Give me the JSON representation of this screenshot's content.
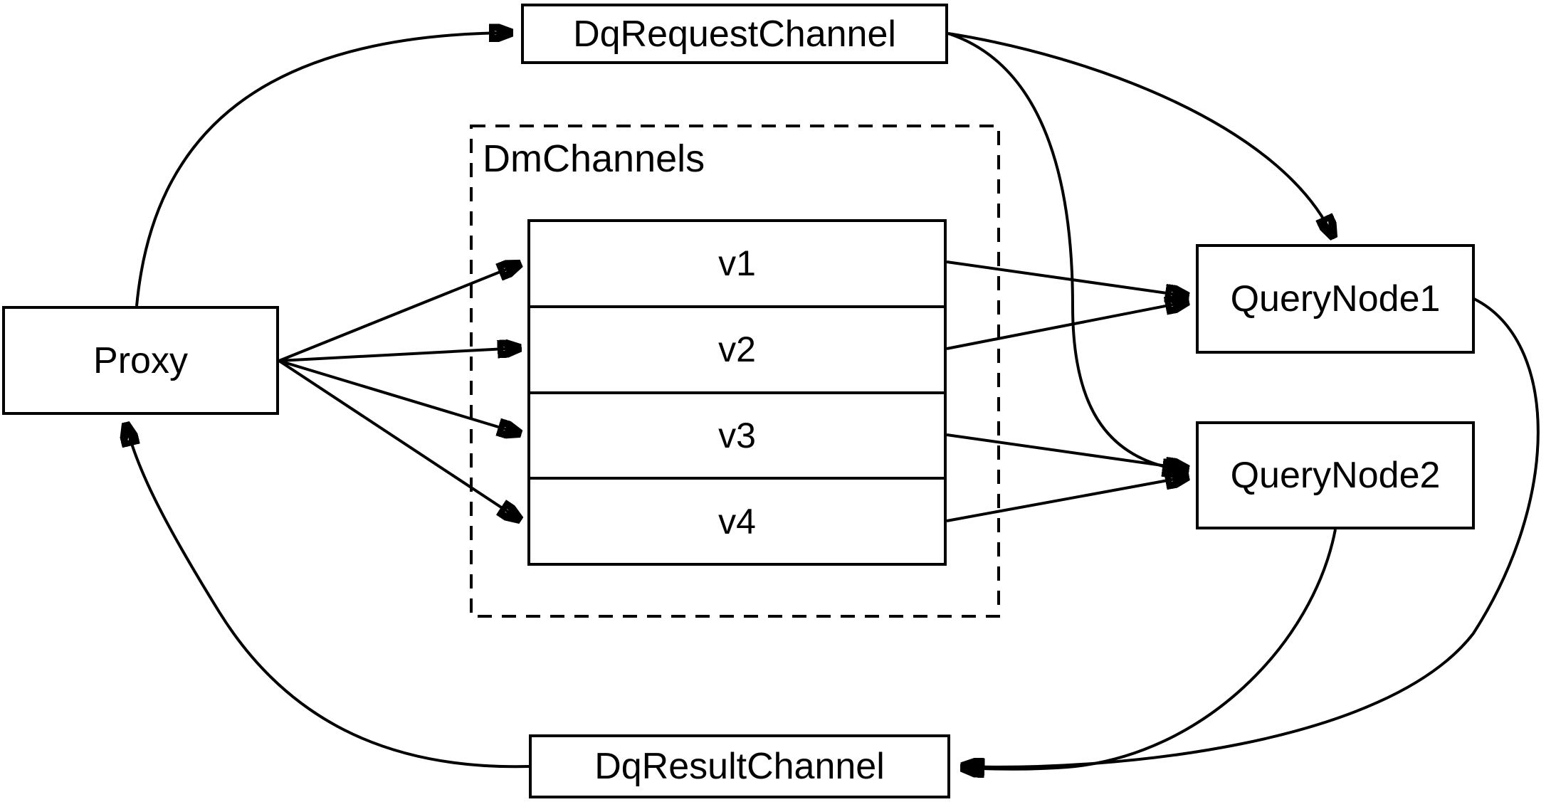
{
  "diagram": {
    "background_color": "#ffffff",
    "stroke_color": "#000000",
    "nodes": {
      "proxy": {
        "label": "Proxy"
      },
      "dq_request_channel": {
        "label": "DqRequestChannel"
      },
      "dm_channels": {
        "label": "DmChannels",
        "channels": [
          "v1",
          "v2",
          "v3",
          "v4"
        ]
      },
      "query_node1": {
        "label": "QueryNode1"
      },
      "query_node2": {
        "label": "QueryNode2"
      },
      "dq_result_channel": {
        "label": "DqResultChannel"
      }
    },
    "edges": [
      {
        "from": "Proxy",
        "to": "DqRequestChannel"
      },
      {
        "from": "DqRequestChannel",
        "to": "QueryNode1"
      },
      {
        "from": "DqRequestChannel",
        "to": "QueryNode2"
      },
      {
        "from": "Proxy",
        "to": "v1"
      },
      {
        "from": "Proxy",
        "to": "v2"
      },
      {
        "from": "Proxy",
        "to": "v3"
      },
      {
        "from": "Proxy",
        "to": "v4"
      },
      {
        "from": "v1",
        "to": "QueryNode1"
      },
      {
        "from": "v2",
        "to": "QueryNode1"
      },
      {
        "from": "v3",
        "to": "QueryNode2"
      },
      {
        "from": "v4",
        "to": "QueryNode2"
      },
      {
        "from": "QueryNode1",
        "to": "DqResultChannel"
      },
      {
        "from": "QueryNode2",
        "to": "DqResultChannel"
      },
      {
        "from": "DqResultChannel",
        "to": "Proxy"
      }
    ]
  }
}
